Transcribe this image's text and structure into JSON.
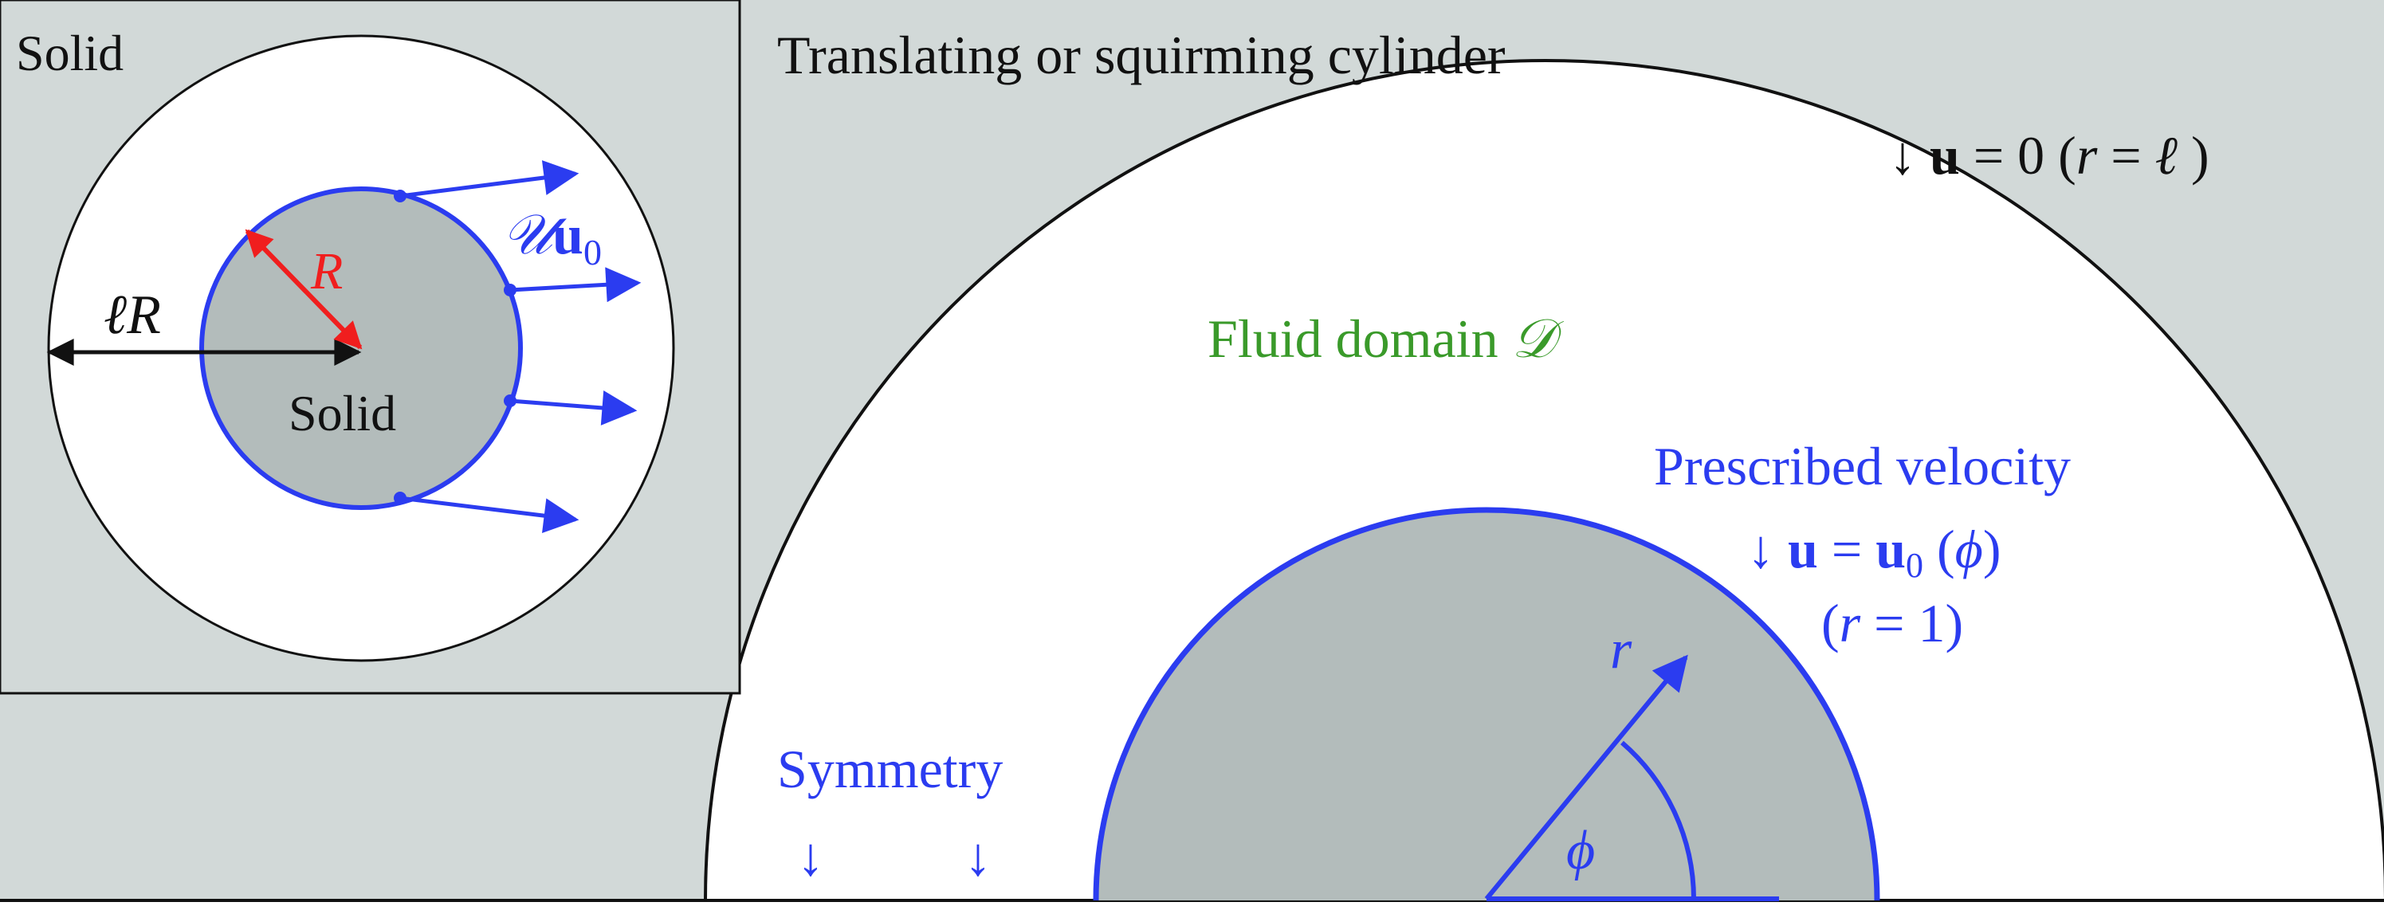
{
  "inset": {
    "corner_label": "Solid",
    "inner_label": "Solid",
    "radius_label": "R",
    "outer_radius_label": "ℓR",
    "velocity_label_script": "𝒰",
    "velocity_label_bold": "u",
    "velocity_label_sub": "0"
  },
  "main": {
    "title": "Translating or squirming cylinder",
    "outer_bc_arrow": "↓",
    "outer_bc_bold": "u",
    "outer_bc_eq": " = 0 (",
    "outer_bc_r": "r",
    "outer_bc_eq2": " = ",
    "outer_bc_ell": "ℓ",
    "outer_bc_close": " )",
    "fluid_domain": "Fluid domain ",
    "fluid_domain_symbol": "𝒟",
    "prescribed_velocity": "Prescribed velocity",
    "pv_arrow": "↓ ",
    "pv_u": "u",
    "pv_eq": " = ",
    "pv_u0": "u",
    "pv_sub": "0",
    "pv_paren_open": " (",
    "pv_phi": "ϕ",
    "pv_paren_close": ")",
    "r_eq_open": "(",
    "r_eq_r": "r",
    "r_eq_rest": " = 1)",
    "symmetry": "Symmetry",
    "symmetry_arrow_1": "↓",
    "symmetry_arrow_2": "↓",
    "radial_label": "r",
    "angle_label": "ϕ"
  },
  "colors": {
    "solid_gray": "#b3bcbb",
    "background_gray": "#d2d9d8",
    "boundary_blue": "#2b3cf0",
    "domain_green": "#3a9a2a",
    "radius_red": "#f01e1e",
    "outline_black": "#111111"
  }
}
